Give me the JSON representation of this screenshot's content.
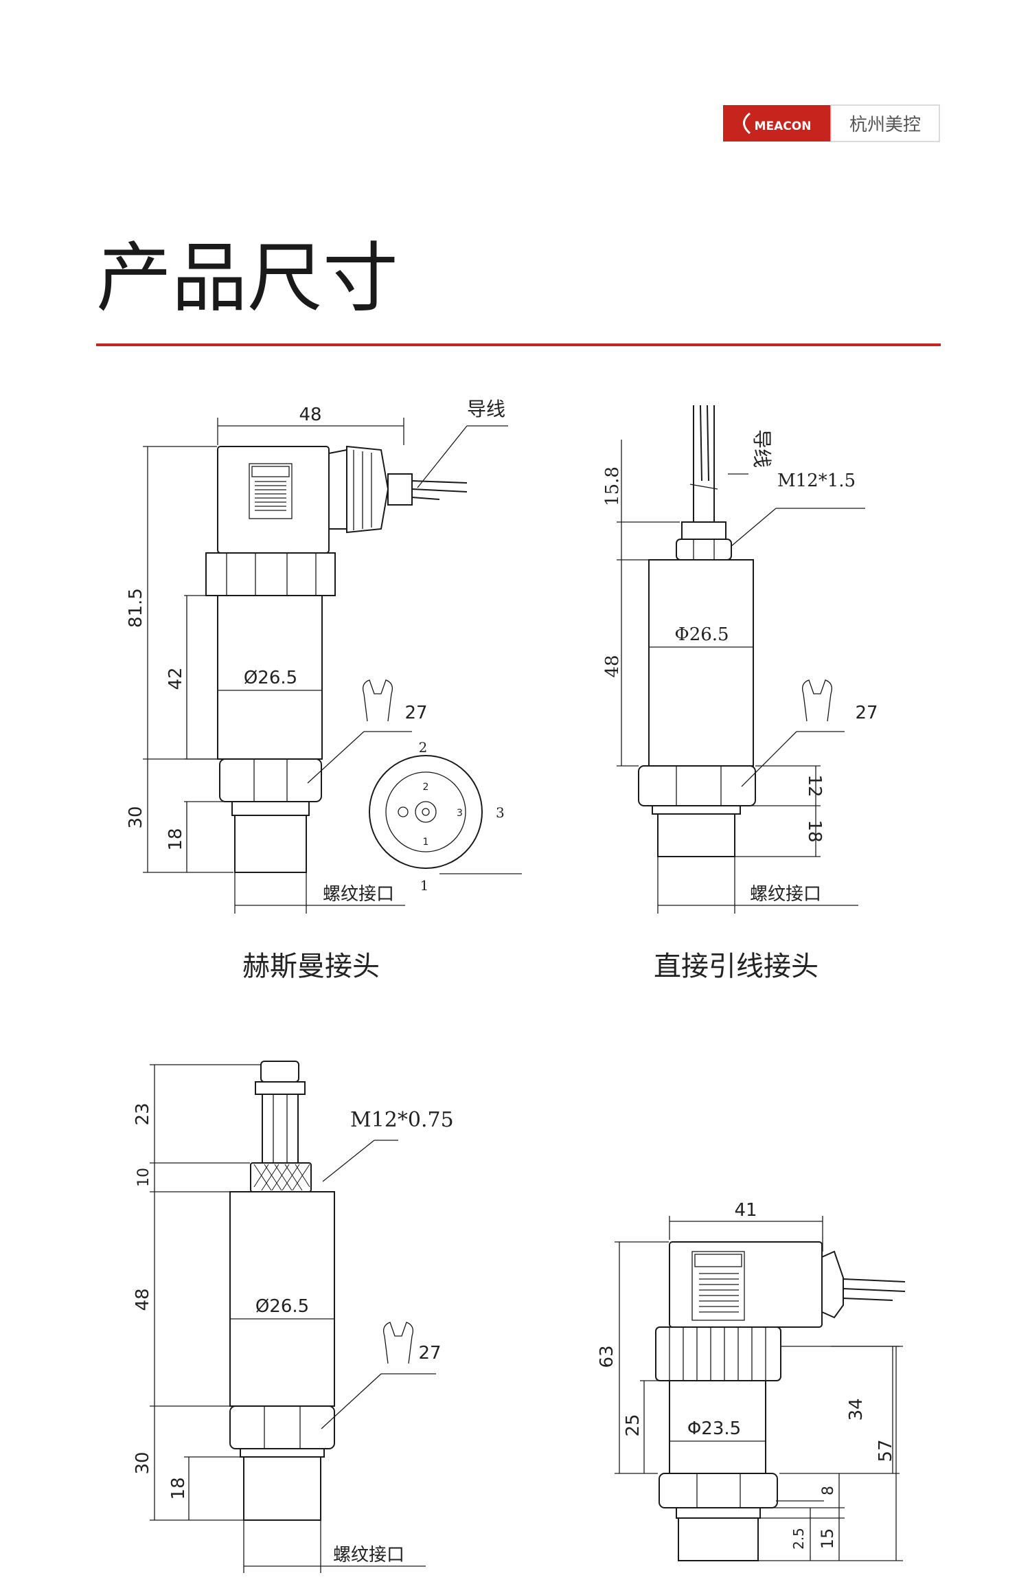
{
  "brand": {
    "logo_text": "MEACON",
    "company": "杭州美控"
  },
  "section": {
    "title": "产品尺寸"
  },
  "drawings": {
    "d1": {
      "caption": "赫斯曼接头",
      "wire_label": "导线",
      "thread_label": "螺纹接口",
      "dims": {
        "width": "48",
        "total_height": "81.5",
        "body_height": "42",
        "diameter": "Ø26.5",
        "wrench": "27",
        "lower_height": "30",
        "thread_height": "18"
      },
      "pins": {
        "p1": "1",
        "p2": "2",
        "p3": "3"
      }
    },
    "d2": {
      "caption": "直接引线接头",
      "wire_label": "导线",
      "cable_thread": "M12*1.5",
      "thread_label": "螺纹接口",
      "dims": {
        "cable_height": "15.8",
        "body_height": "48",
        "diameter": "Φ26.5",
        "wrench": "27",
        "hex_height": "12",
        "thread_height": "18"
      }
    },
    "d3": {
      "cable_thread": "M12*0.75",
      "thread_label": "螺纹接口",
      "dims": {
        "connector_height": "23",
        "knurl_height": "10",
        "body_height": "48",
        "diameter": "Ø26.5",
        "wrench": "27",
        "lower_height": "30",
        "thread_height": "18"
      }
    },
    "d4": {
      "dims": {
        "width": "41",
        "total_height": "63",
        "body_height": "25",
        "diameter": "Φ23.5",
        "upper_right": "34",
        "right_total": "57",
        "hex_height": "8",
        "small": "2.5",
        "thread_height": "15"
      }
    }
  }
}
